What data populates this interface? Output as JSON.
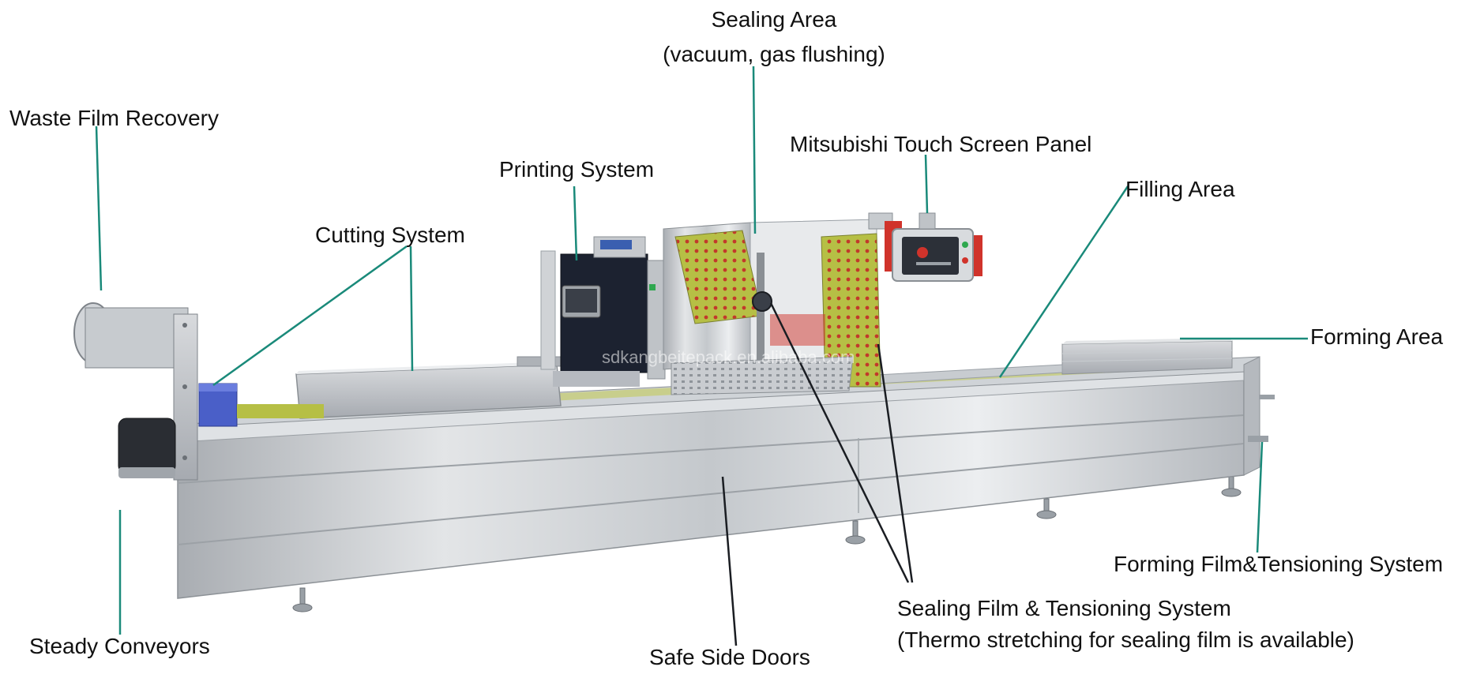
{
  "labels": {
    "waste_film_recovery": "Waste Film Recovery",
    "cutting_system": "Cutting System",
    "printing_system": "Printing System",
    "sealing_area_line1": "Sealing Area",
    "sealing_area_line2": "(vacuum, gas flushing)",
    "touch_screen": "Mitsubishi Touch Screen Panel",
    "filling_area": "Filling Area",
    "forming_area": "Forming Area",
    "forming_film_tensioning": "Forming Film&Tensioning System",
    "sealing_film_line1": "Sealing Film & Tensioning System",
    "sealing_film_line2": "(Thermo stretching for sealing film is available)",
    "safe_side_doors": "Safe Side Doors",
    "steady_conveyors": "Steady Conveyors"
  },
  "watermark": "sdkangbeitepack.en.alibaba.com",
  "colors": {
    "leader_line": "#1a8a7a",
    "steel_light": "#e6e8ea",
    "steel_mid": "#bcc0c4",
    "steel_dark": "#8a8f95",
    "cabinet": "#1c2230",
    "film_green": "#a9b84a",
    "accent_blue": "#4a5fc8",
    "accent_red": "#d0332b"
  }
}
